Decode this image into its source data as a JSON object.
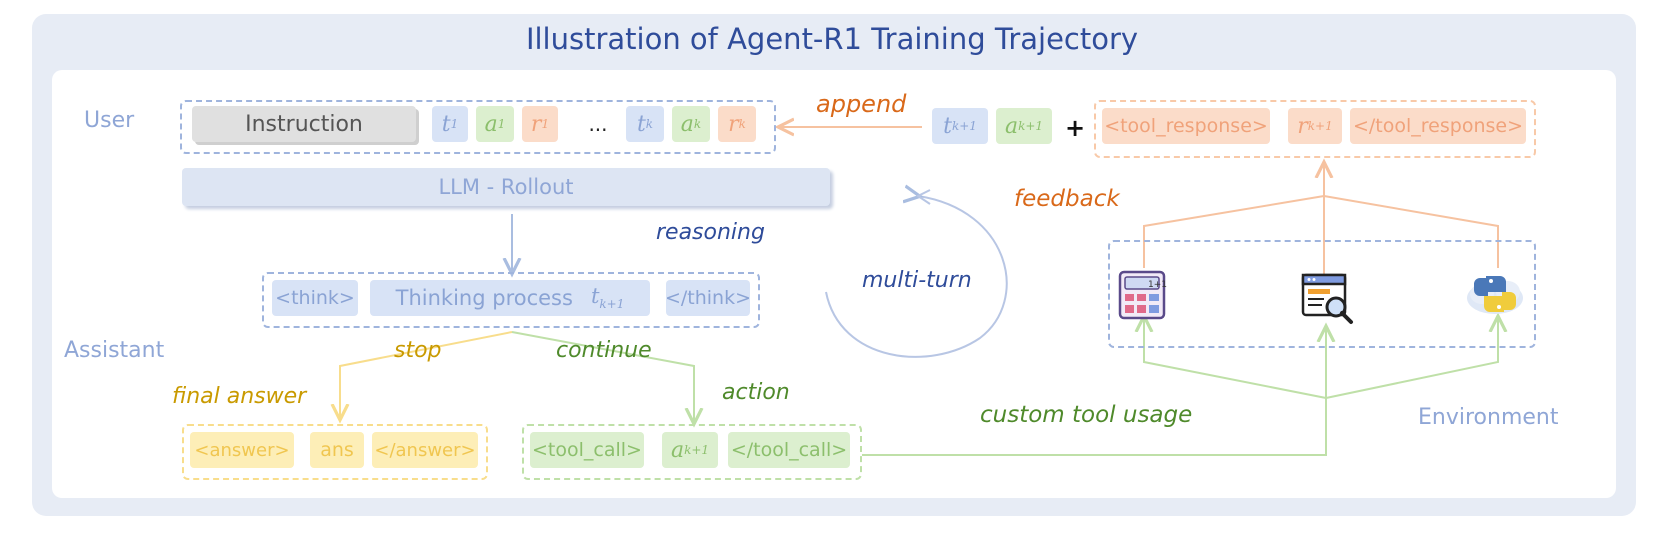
{
  "title": "Illustration of Agent-R1 Training Trajectory",
  "roles": {
    "user": "User",
    "assistant": "Assistant",
    "environment": "Environment"
  },
  "user_seq": {
    "instruction": "Instruction",
    "t1": "t",
    "t1_sub": "1",
    "a1": "a",
    "a1_sub": "1",
    "r1": "r",
    "r1_sub": "1",
    "ellipsis": "...",
    "tk": "t",
    "tk_sub": "k",
    "ak": "a",
    "ak_sub": "k",
    "rk": "r",
    "rk_sub": "k"
  },
  "rollout": "LLM - Rollout",
  "append_seq": {
    "tk1": "t",
    "tk1_sub": "k+1",
    "ak1": "a",
    "ak1_sub": "k+1",
    "plus": "+",
    "open": "<tool_response>",
    "rk1": "r",
    "rk1_sub": "k+1",
    "close": "</tool_response>"
  },
  "thinking": {
    "open": "<think>",
    "process": "Thinking process",
    "t": "t",
    "t_sub": "k+1",
    "close": "</think>"
  },
  "answer": {
    "open": "<answer>",
    "ans": "ans",
    "close": "</answer>"
  },
  "toolcall": {
    "open": "<tool_call>",
    "a": "a",
    "a_sub": "k+1",
    "close": "</tool_call>"
  },
  "labels": {
    "append": "append",
    "feedback": "feedback",
    "reasoning": "reasoning",
    "multi_turn": "multi-turn",
    "stop": "stop",
    "continue": "continue",
    "final_answer": "final answer",
    "action": "action",
    "custom_tool_usage": "custom tool usage"
  },
  "icons": [
    "calculator-icon",
    "search-document-icon",
    "python-icon"
  ],
  "colors": {
    "title": "#2f4c9a",
    "blue_label": "#8fa6d6",
    "orange": "#d9691a",
    "green": "#4f8a2b",
    "yellow": "#c99a00",
    "navy": "#2f4c9a"
  }
}
